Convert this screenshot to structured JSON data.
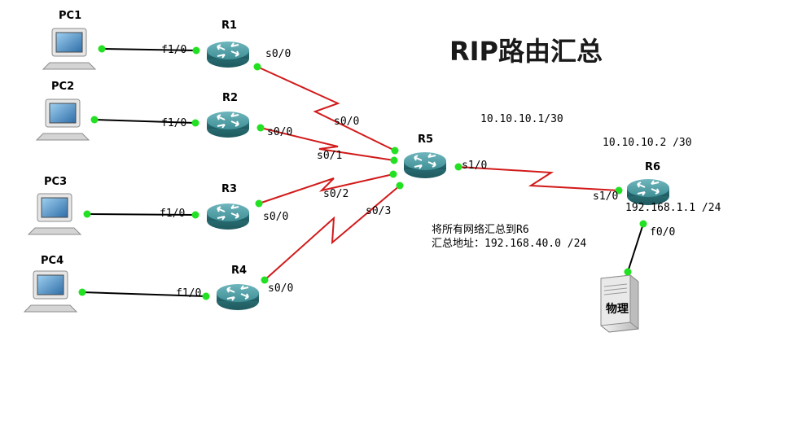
{
  "title": "RIP路由汇总",
  "devices": {
    "pc1": "PC1",
    "pc2": "PC2",
    "pc3": "PC3",
    "pc4": "PC4",
    "r1": "R1",
    "r2": "R2",
    "r3": "R3",
    "r4": "R4",
    "r5": "R5",
    "r6": "R6",
    "server": "物理"
  },
  "ports": {
    "r1_f": "f1/0",
    "r1_s": "s0/0",
    "r2_f": "f1/0",
    "r2_s": "s0/0",
    "r3_f": "f1/0",
    "r3_s": "s0/0",
    "r4_f": "f1/0",
    "r4_s": "s0/0",
    "r5_s00": "s0/0",
    "r5_s01": "s0/1",
    "r5_s02": "s0/2",
    "r5_s03": "s0/3",
    "r5_s10": "s1/0",
    "r6_s": "s1/0",
    "r6_f": "f0/0"
  },
  "addresses": {
    "r5_link": "10.10.10.1/30",
    "r6_link": "10.10.10.2 /30",
    "r6_lan": "192.168.1.1 /24"
  },
  "notes": {
    "line1": "将所有网络汇总到R6",
    "line2": "汇总地址：192.168.40.0 /24"
  },
  "colors": {
    "serial_link": "#d21a1a",
    "ethernet_link": "#000000",
    "port_dot": "#22e022",
    "router_body": "#3f8f96"
  }
}
